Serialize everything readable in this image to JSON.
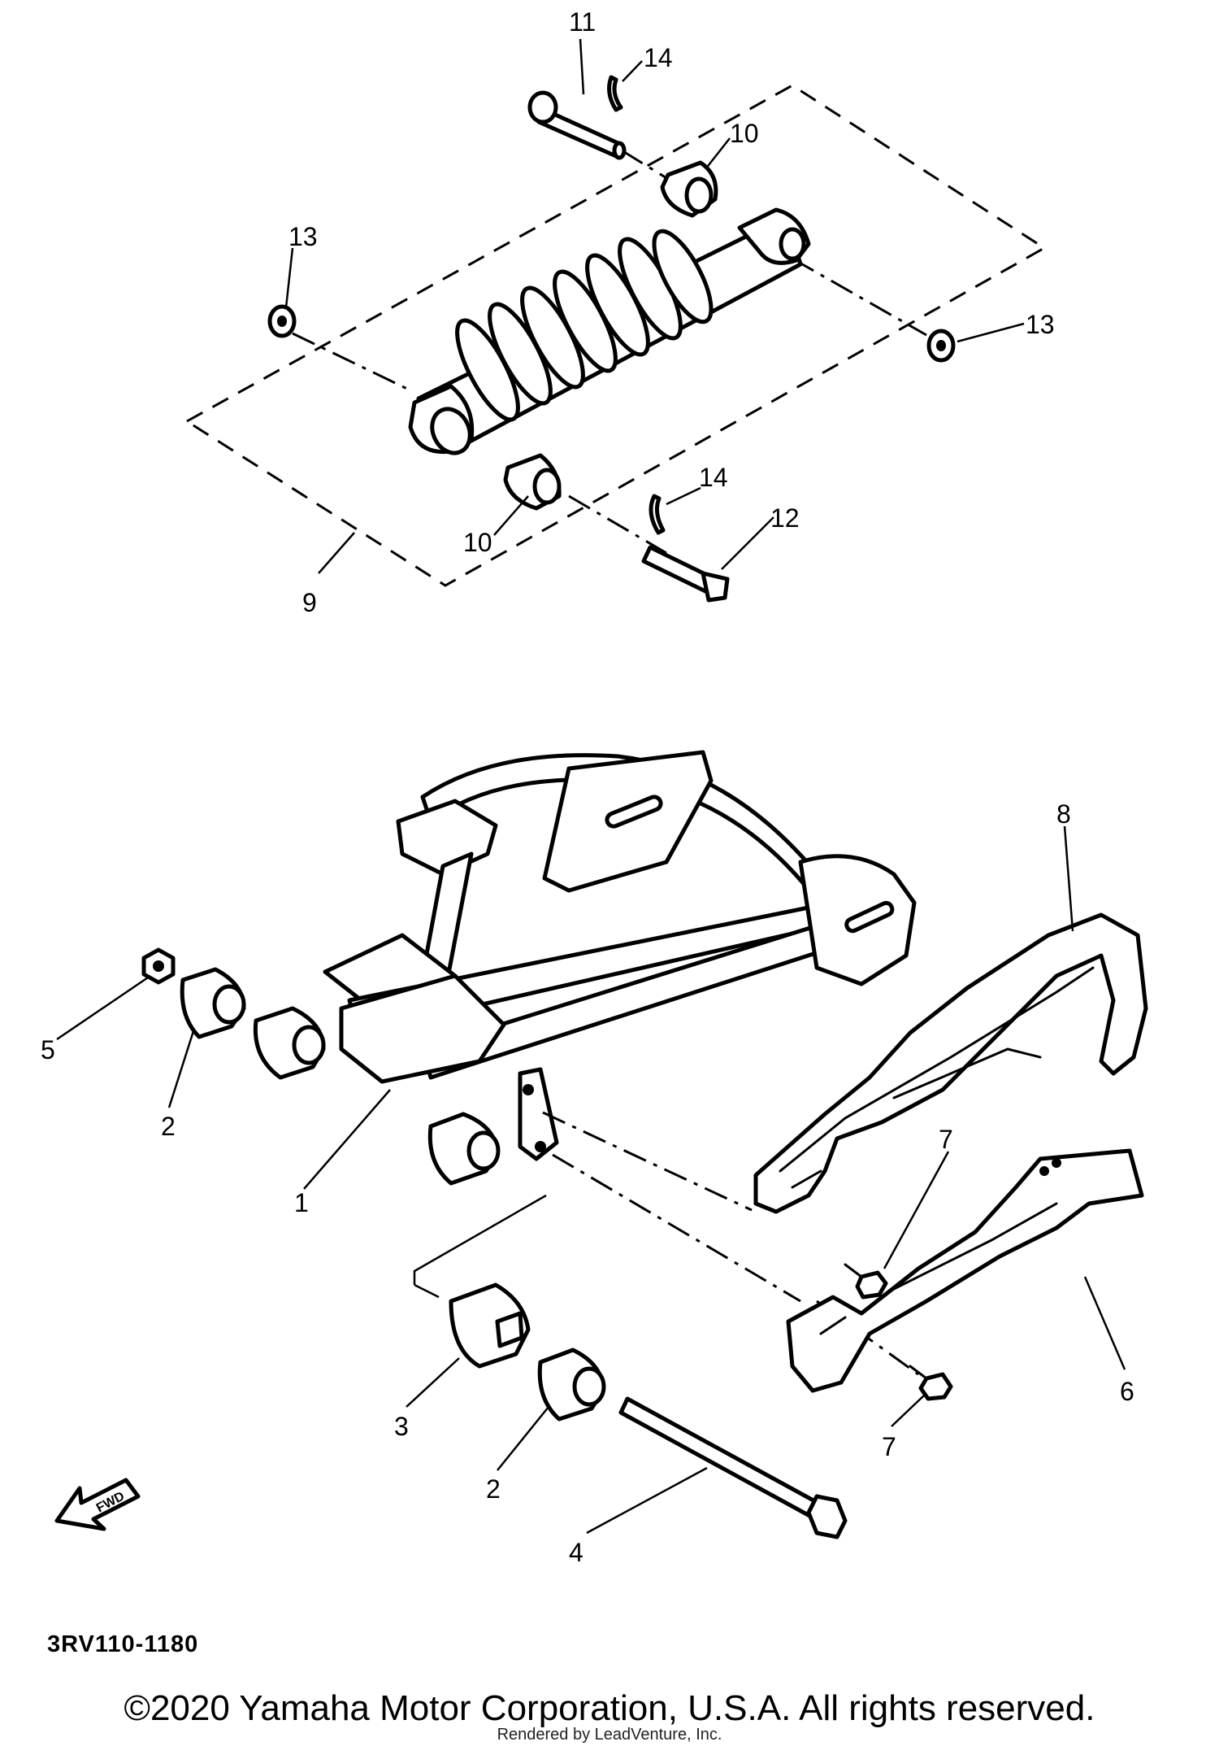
{
  "diagram": {
    "callouts": {
      "c1": "1",
      "c2a": "2",
      "c2b": "2",
      "c3": "3",
      "c4": "4",
      "c5": "5",
      "c6": "6",
      "c7a": "7",
      "c7b": "7",
      "c8": "8",
      "c9": "9",
      "c10a": "10",
      "c10b": "10",
      "c11": "11",
      "c12": "12",
      "c13a": "13",
      "c13b": "13",
      "c14a": "14",
      "c14b": "14"
    },
    "fwd_label": "FWD",
    "figure_code": "3RV110-1180"
  },
  "footer": {
    "copyright": "©2020 Yamaha Motor Corporation, U.S.A. All rights reserved.",
    "render_credit": "Rendered by LeadVenture, Inc."
  }
}
